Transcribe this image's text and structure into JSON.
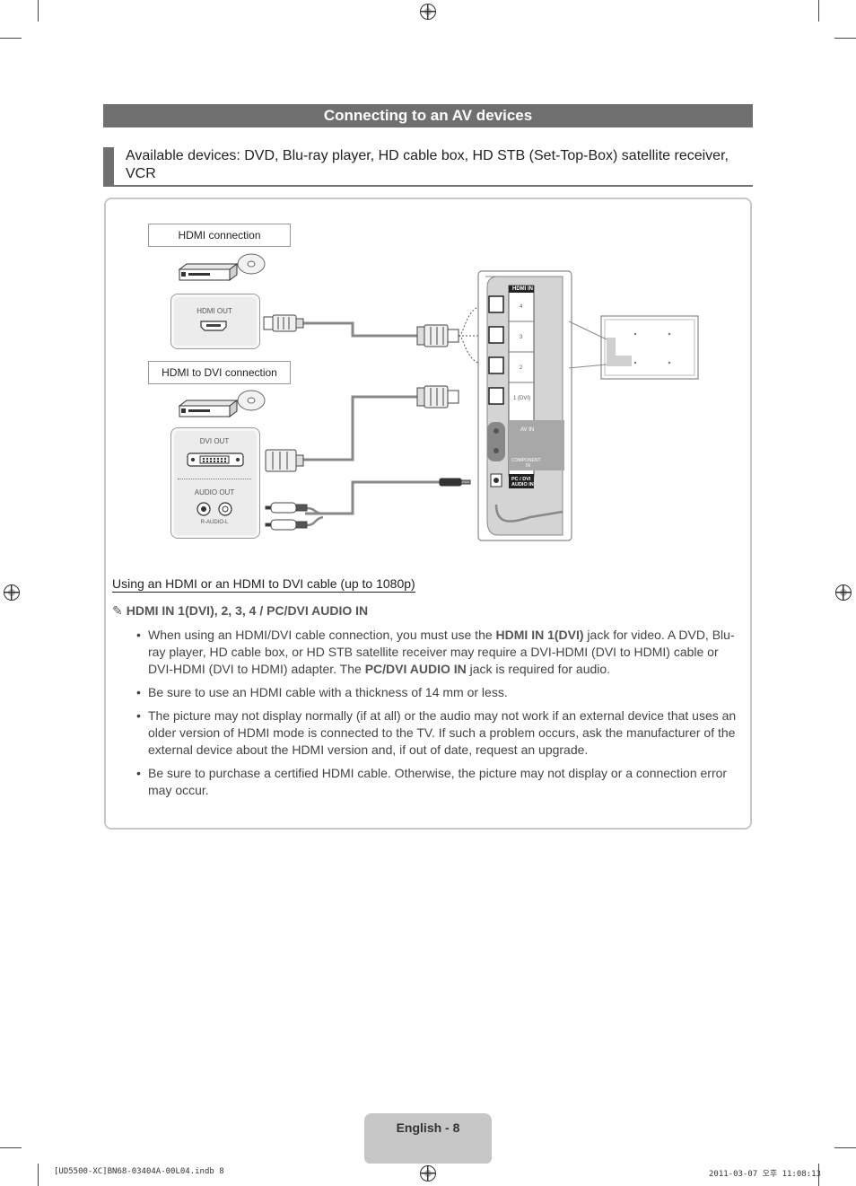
{
  "page": {
    "title": "Connecting to an AV devices",
    "subtitle": "Available devices: DVD, Blu-ray player, HD cable box, HD STB (Set-Top-Box) satellite receiver, VCR"
  },
  "diagram": {
    "hdmi_connection_label": "HDMI connection",
    "hdmi_to_dvi_label": "HDMI to DVI connection",
    "hdmi_out": "HDMI OUT",
    "dvi_out": "DVI OUT",
    "audio_out": "AUDIO OUT",
    "audio_channels": "R-AUDIO-L",
    "tv_panel": {
      "hdmi_in": "HDMI IN",
      "ports": [
        "4",
        "3",
        "2",
        "1 (DVI)"
      ],
      "av_in": "AV IN",
      "component_in_1": "COMPONENT",
      "component_in_2": "IN",
      "pc_dvi_audio_1": "PC / DVI",
      "pc_dvi_audio_2": "AUDIO IN"
    }
  },
  "content": {
    "section_title": "Using an HDMI or an HDMI to DVI cable (up to 1080p)",
    "note_icon": "pencil-note-icon",
    "note_glyph": "✎",
    "note": "HDMI IN 1(DVI), 2, 3, 4 / PC/DVI AUDIO IN",
    "bullet1": {
      "a": "When using an HDMI/DVI cable connection, you must use the ",
      "b": "HDMI IN 1(DVI)",
      "c": " jack for video. A DVD, Blu-ray player, HD cable box, or HD STB satellite receiver may require a DVI-HDMI (DVI to HDMI) cable or DVI-HDMI (DVI to HDMI) adapter. The ",
      "d": "PC/DVI AUDIO IN",
      "e": " jack is required for audio."
    },
    "bullet2": "Be sure to use an HDMI cable with a thickness of 14 mm or less.",
    "bullet3": "The picture may not display normally (if at all) or the audio may not work if an external device that uses an older version of HDMI mode is connected to the TV. If such a problem occurs, ask the manufacturer of the external device about the HDMI version and, if out of date, request an upgrade.",
    "bullet4": "Be sure to purchase a certified HDMI cable. Otherwise, the picture may not display or a connection error may occur."
  },
  "footer": {
    "page_label": "English - 8",
    "file_info": "[UD5500-XC]BN68-03404A-00L04.indb   8",
    "timestamp": "2011-03-07   오후 11:08:13"
  }
}
